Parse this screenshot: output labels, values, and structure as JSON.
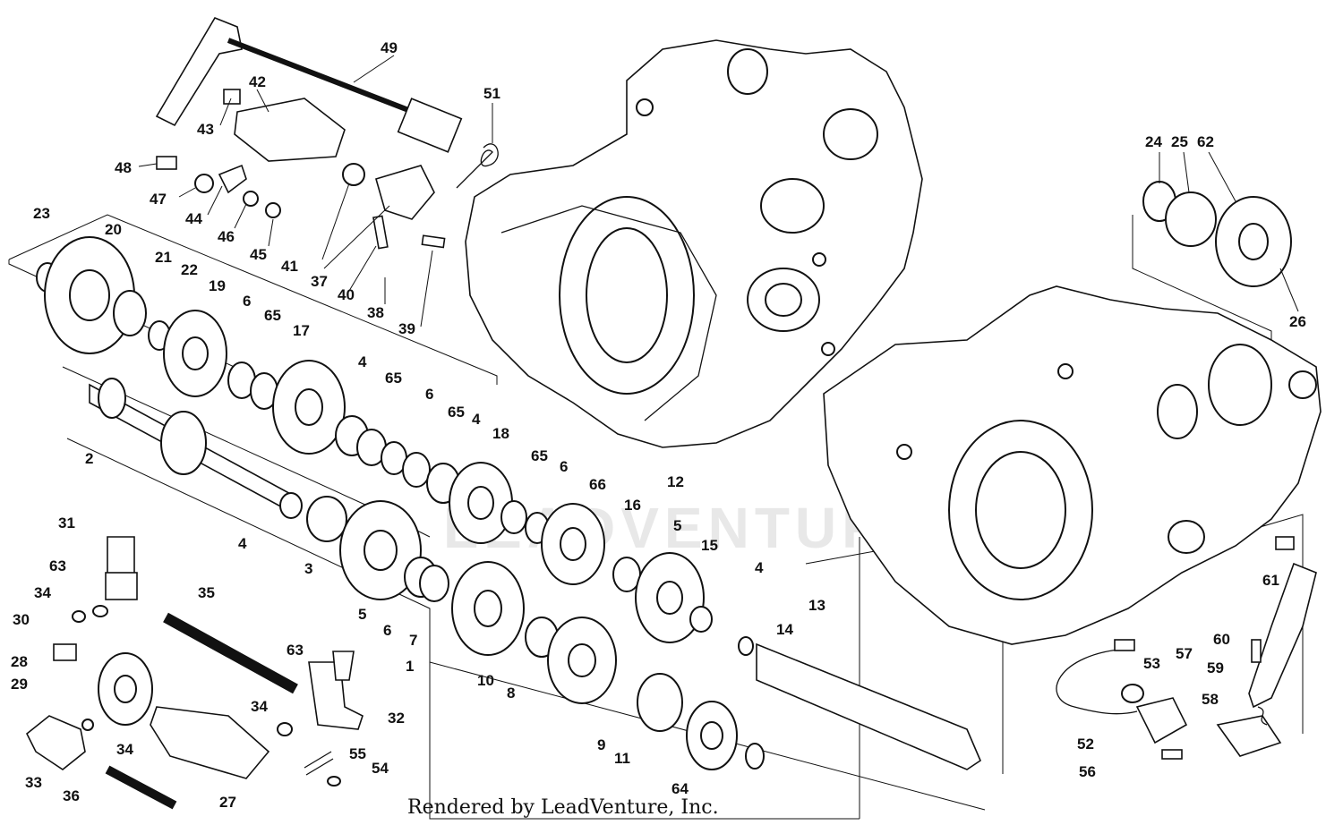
{
  "diagram": {
    "watermark": "LEADVENTURE",
    "credit": "Rendered by LeadVenture, Inc.",
    "callouts": [
      "1",
      "2",
      "3",
      "4",
      "4",
      "4",
      "4",
      "5",
      "5",
      "6",
      "6",
      "6",
      "6",
      "7",
      "8",
      "9",
      "10",
      "11",
      "12",
      "13",
      "14",
      "15",
      "16",
      "17",
      "18",
      "19",
      "20",
      "21",
      "22",
      "23",
      "24",
      "25",
      "26",
      "27",
      "28",
      "29",
      "30",
      "31",
      "32",
      "33",
      "34",
      "34",
      "34",
      "35",
      "36",
      "37",
      "38",
      "39",
      "40",
      "41",
      "42",
      "43",
      "44",
      "45",
      "46",
      "47",
      "48",
      "49",
      "51",
      "52",
      "53",
      "54",
      "55",
      "56",
      "57",
      "58",
      "59",
      "60",
      "61",
      "62",
      "63",
      "63",
      "64",
      "65",
      "65",
      "65",
      "65",
      "66"
    ]
  }
}
